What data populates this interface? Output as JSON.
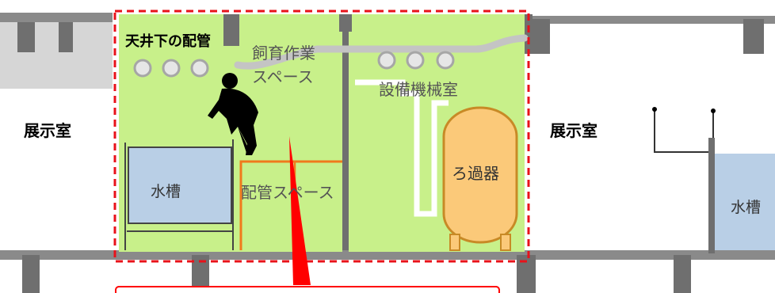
{
  "labels": {
    "piping_under_ceiling": "天井下の配管",
    "rearing_work_space_line1": "飼育作業",
    "rearing_work_space_line2": "スペース",
    "equipment_room": "設備機械室",
    "exhibition_room_left": "展示室",
    "exhibition_room_right": "展示室",
    "water_tank_left": "水槽",
    "water_tank_right": "水槽",
    "filter": "ろ過器",
    "piping_space": "配管スペース"
  },
  "colors": {
    "room_fill": "#c8f08a",
    "wall": "#6f6f6f",
    "highlight_border": "#e8121a",
    "tank_fill": "#b9cfe6",
    "filter_fill": "#fbc979",
    "filter_stroke": "#c88a26",
    "piping_space_line": "#f07a1c",
    "pipe": "#c4c4c4",
    "person": "#000000",
    "callout_arrow": "#ff0000"
  },
  "icons": {
    "person": "crouching-worker-icon",
    "callout": "red-callout-arrow"
  }
}
